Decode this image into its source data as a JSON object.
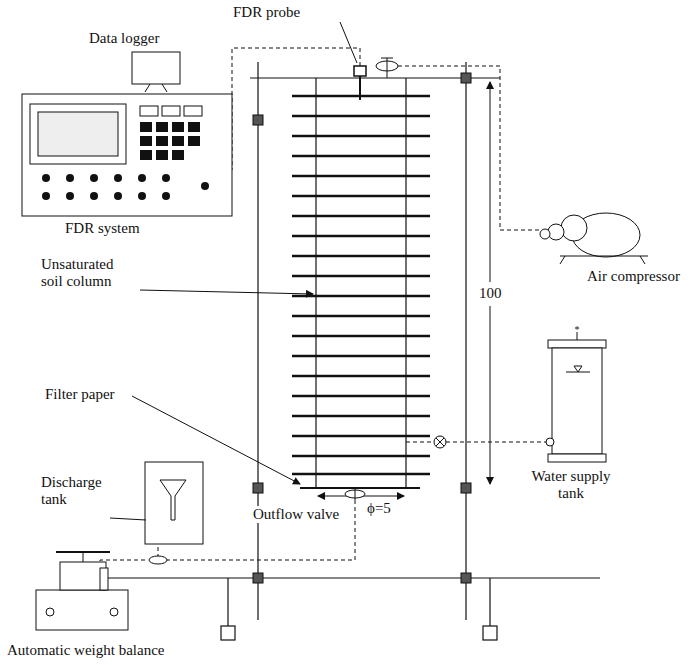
{
  "diagram": {
    "labels": [
      "FDR probe",
      "Data logger",
      "FDR system",
      "Air compressor",
      "Unsaturated soil column",
      "100",
      "Filter paper",
      "Water supply tank",
      "Discharge tank",
      "ϕ=5",
      "Outflow valve",
      "Automatic weight balance"
    ]
  }
}
